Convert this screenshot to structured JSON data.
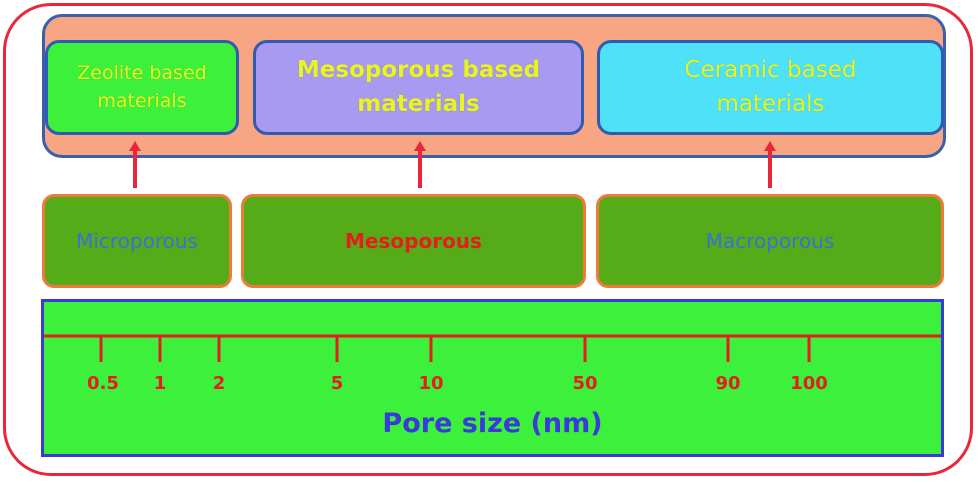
{
  "materials": [
    {
      "text": "Zeolite based\nmaterials"
    },
    {
      "text": "Mesoporous  based\nmaterials"
    },
    {
      "text": "Ceramic based\nmaterials"
    }
  ],
  "classes": [
    "Microporous",
    "Mesoporous",
    "Macroporous"
  ],
  "scale": {
    "ticks": [
      "0.5",
      "1",
      "2",
      "5",
      "10",
      "50",
      "90",
      "100"
    ],
    "title": "Pore size (nm)"
  },
  "colors": {
    "outline": "#e8283a",
    "panel": "#f7a582",
    "class_box": "#56ab18",
    "scale_bg": "#3cf03c",
    "scale_border": "#3a3ad8"
  }
}
